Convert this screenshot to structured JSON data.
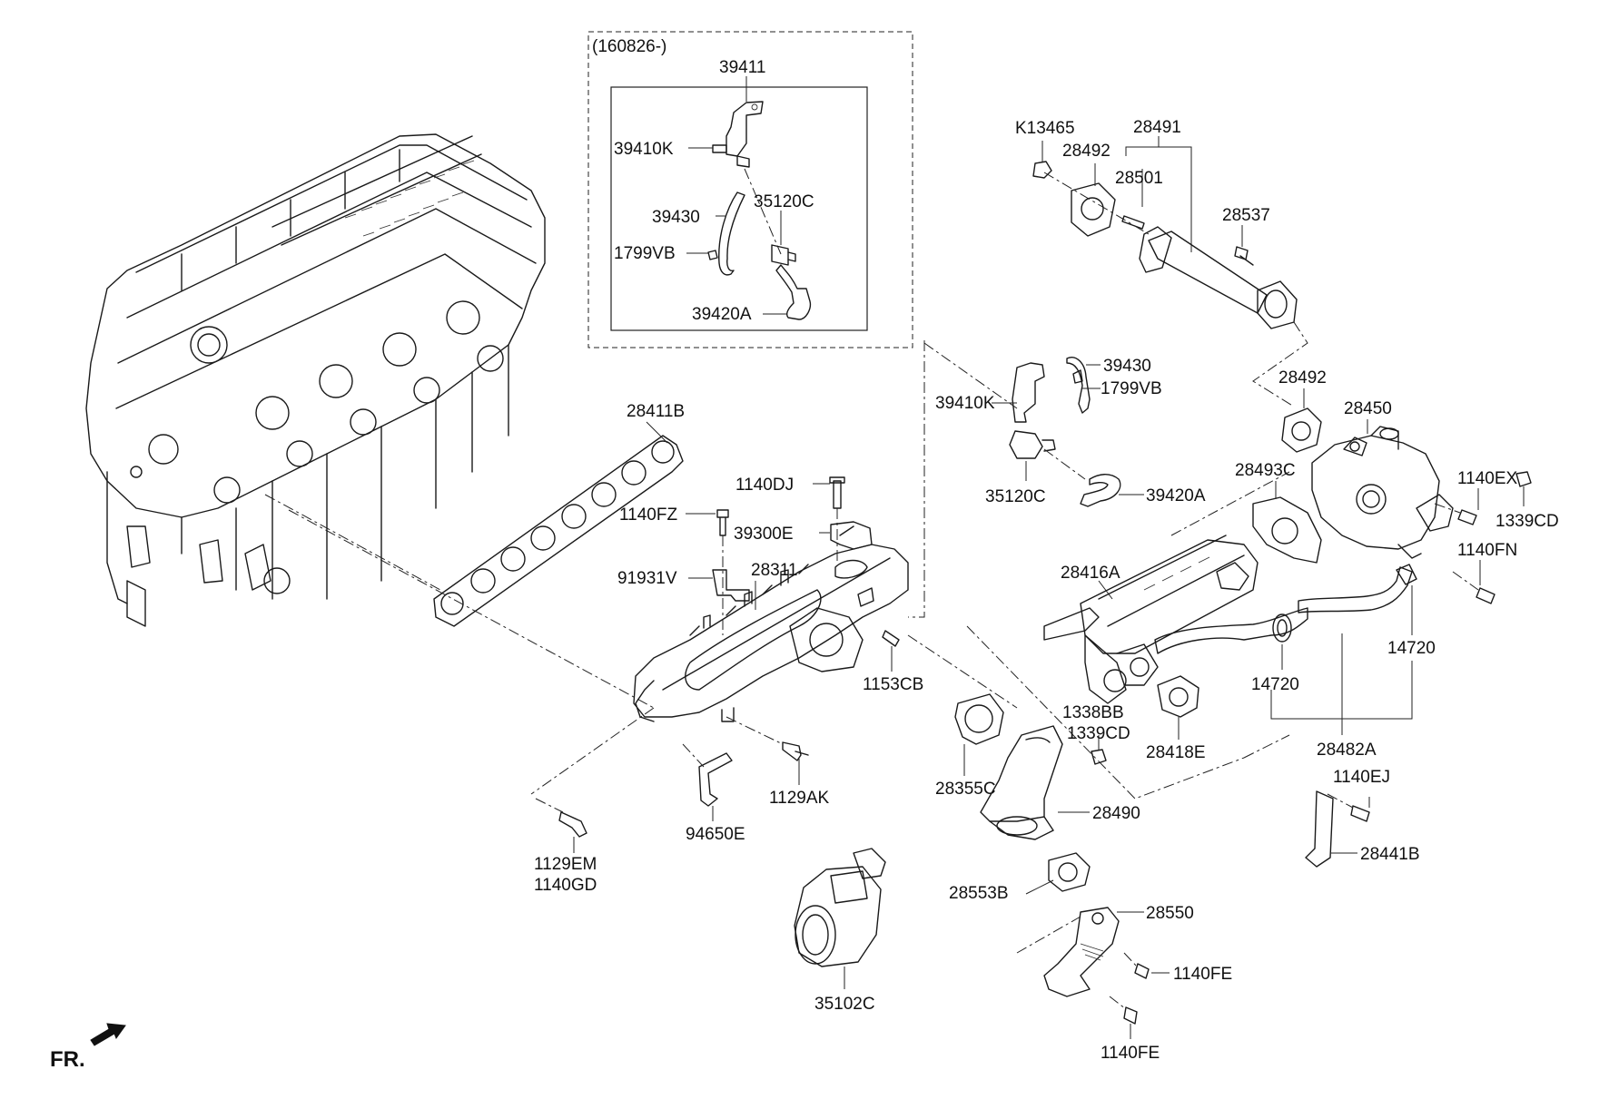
{
  "variant_note": "(160826-)",
  "front_marker": "FR.",
  "labels": {
    "l39411": "39411",
    "l39410K_a": "39410K",
    "l35120C_a": "35120C",
    "l39430_a": "39430",
    "l1799VB_a": "1799VB",
    "l39420A_a": "39420A",
    "lK13465": "K13465",
    "l28491": "28491",
    "l28492_a": "28492",
    "l28501": "28501",
    "l28537": "28537",
    "l39430_b": "39430",
    "l1799VB_b": "1799VB",
    "l39410K_b": "39410K",
    "l35120C_b": "35120C",
    "l39420A_b": "39420A",
    "l28492_b": "28492",
    "l28450": "28450",
    "l28493C": "28493C",
    "l1140EX": "1140EX",
    "l1339CD_a": "1339CD",
    "l1140FN": "1140FN",
    "l28416A": "28416A",
    "l14720_a": "14720",
    "l14720_b": "14720",
    "l28482A": "28482A",
    "l28411B": "28411B",
    "l1140DJ": "1140DJ",
    "l1140FZ": "1140FZ",
    "l39300E": "39300E",
    "l91931V": "91931V",
    "l28311": "28311",
    "l1153CB": "1153CB",
    "l1338BB": "1338BB",
    "l1339CD_b": "1339CD",
    "l28418E": "28418E",
    "l28355C": "28355C",
    "l28490": "28490",
    "l1140EJ": "1140EJ",
    "l28441B": "28441B",
    "l1129AK": "1129AK",
    "l94650E": "94650E",
    "l1129EM": "1129EM",
    "l1140GD": "1140GD",
    "l28553B": "28553B",
    "l28550": "28550",
    "l1140FE_a": "1140FE",
    "l1140FE_b": "1140FE",
    "l35102C": "35102C"
  }
}
